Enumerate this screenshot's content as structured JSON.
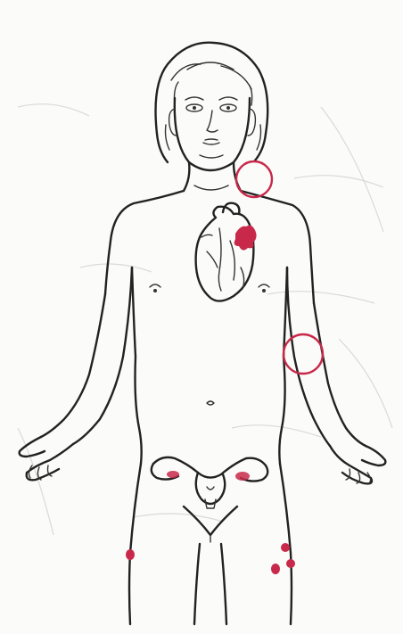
{
  "figure": {
    "subject": "female-body-outline-with-heart-and-uterus",
    "marker_color": "#c8294a",
    "ink_color": "#222222",
    "paper_color": "#fbfbf9",
    "markers": [
      {
        "name": "neck-circle-marker",
        "shape": "circle"
      },
      {
        "name": "elbow-circle-marker",
        "shape": "circle"
      },
      {
        "name": "heart-valve-marker",
        "shape": "splash"
      },
      {
        "name": "ovary-left-marker",
        "shape": "blob"
      },
      {
        "name": "ovary-right-marker",
        "shape": "blob"
      },
      {
        "name": "thigh-left-spot",
        "shape": "dot"
      },
      {
        "name": "thigh-right-spot-1",
        "shape": "dot"
      },
      {
        "name": "thigh-right-spot-2",
        "shape": "dot"
      },
      {
        "name": "thigh-right-spot-3",
        "shape": "dot"
      }
    ]
  }
}
